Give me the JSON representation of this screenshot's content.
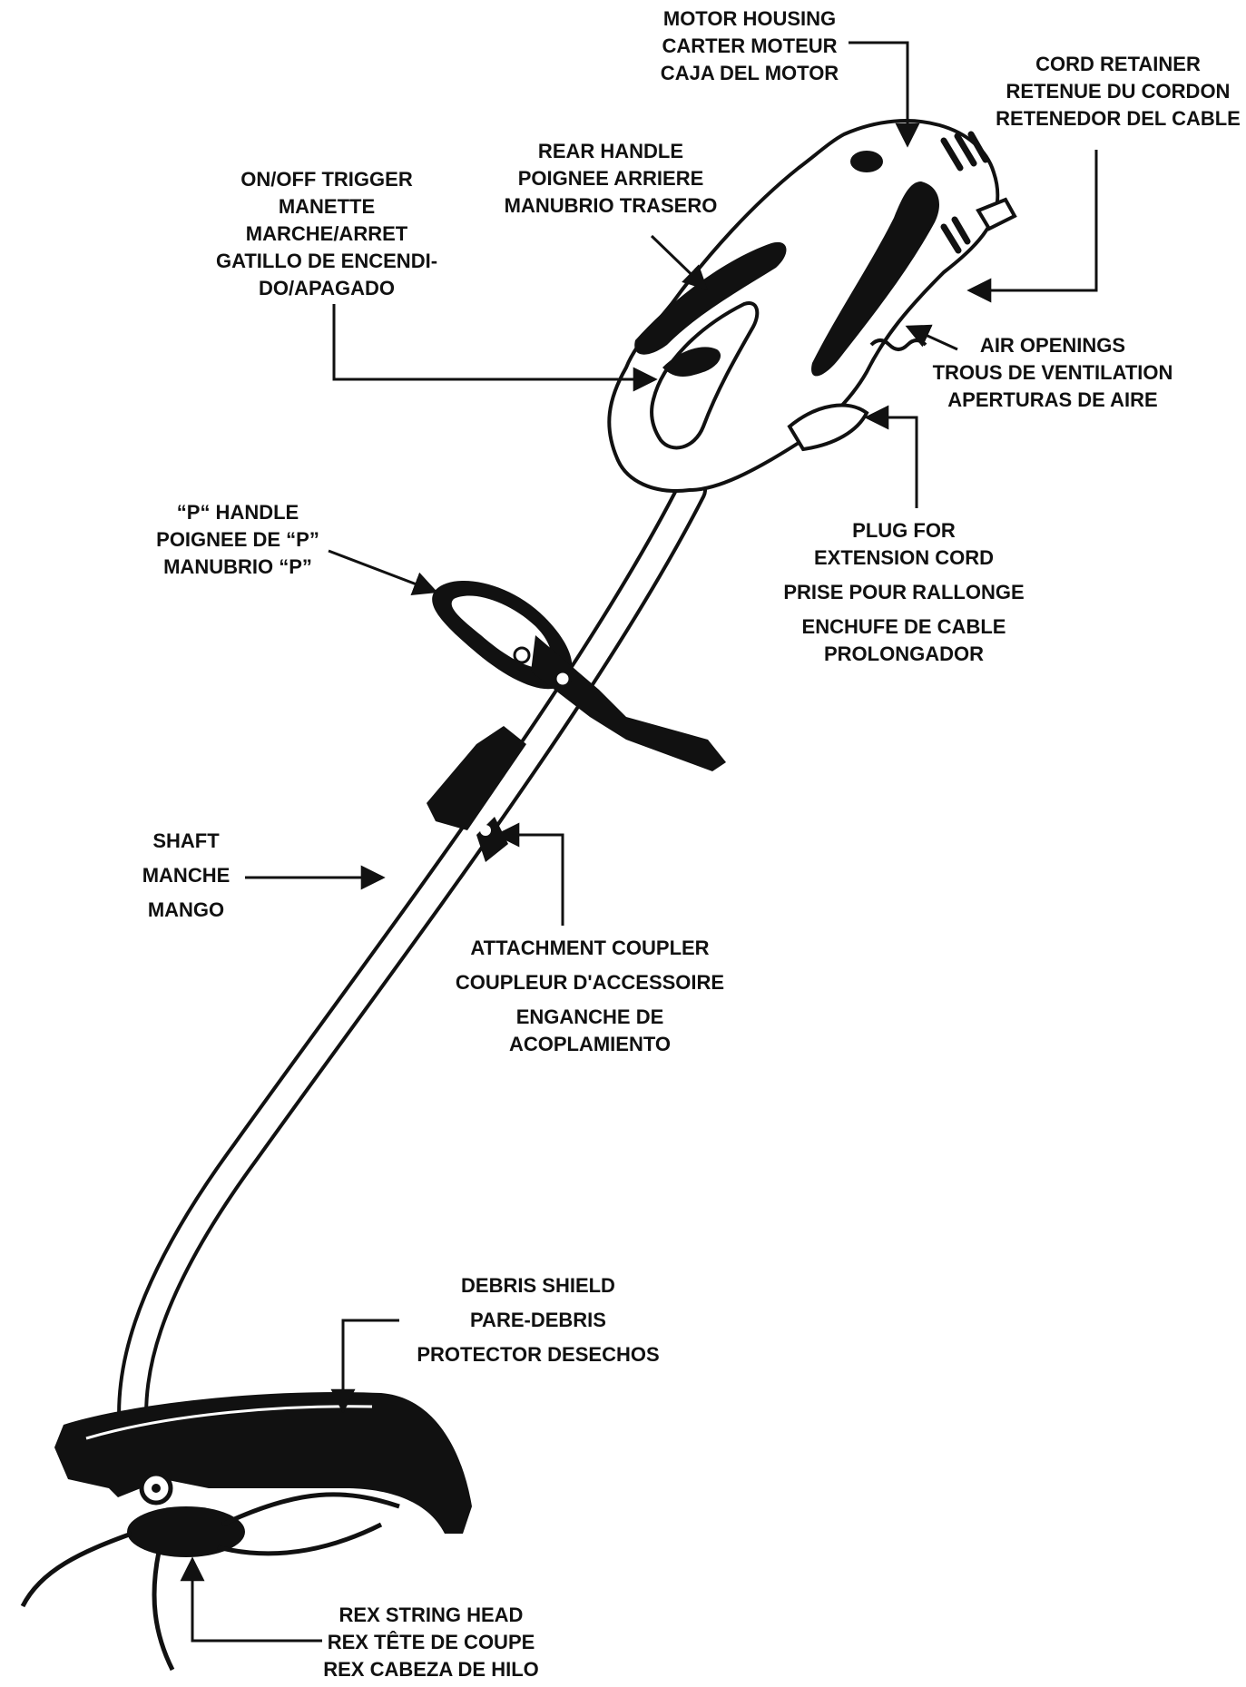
{
  "colors": {
    "ink": "#111111",
    "background": "#ffffff"
  },
  "labels": {
    "motor_housing": {
      "lines": [
        "MOTOR HOUSING",
        "CARTER MOTEUR",
        "CAJA DEL MOTOR"
      ]
    },
    "cord_retainer": {
      "lines": [
        "CORD RETAINER",
        "RETENUE DU CORDON",
        "RETENEDOR DEL CABLE"
      ]
    },
    "rear_handle": {
      "lines": [
        "REAR HANDLE",
        "POIGNEE ARRIERE",
        "MANUBRIO TRASERO"
      ]
    },
    "on_off_trigger": {
      "lines": [
        "ON/OFF TRIGGER",
        "MANETTE",
        "MARCHE/ARRET",
        "GATILLO DE ENCENDI-",
        "DO/APAGADO"
      ]
    },
    "air_openings": {
      "lines": [
        "AIR OPENINGS",
        "TROUS DE VENTILATION",
        "APERTURAS DE AIRE"
      ]
    },
    "plug": {
      "lines": [
        "PLUG FOR",
        "EXTENSION CORD",
        "PRISE POUR RALLONGE",
        "ENCHUFE DE CABLE",
        "PROLONGADOR"
      ]
    },
    "p_handle": {
      "lines": [
        "“P“ HANDLE",
        "POIGNEE DE “P”",
        "MANUBRIO “P”"
      ]
    },
    "shaft": {
      "lines": [
        "SHAFT",
        "MANCHE",
        "MANGO"
      ]
    },
    "attachment_coupler": {
      "lines": [
        "ATTACHMENT COUPLER",
        "COUPLEUR D'ACCESSOIRE",
        "ENGANCHE DE",
        "ACOPLAMIENTO"
      ]
    },
    "debris_shield": {
      "lines": [
        "DEBRIS SHIELD",
        "PARE-DEBRIS",
        "PROTECTOR DESECHOS"
      ]
    },
    "string_head": {
      "lines": [
        "REX STRING HEAD",
        "REX TÊTE DE COUPE",
        "REX CABEZA DE HILO"
      ]
    }
  }
}
